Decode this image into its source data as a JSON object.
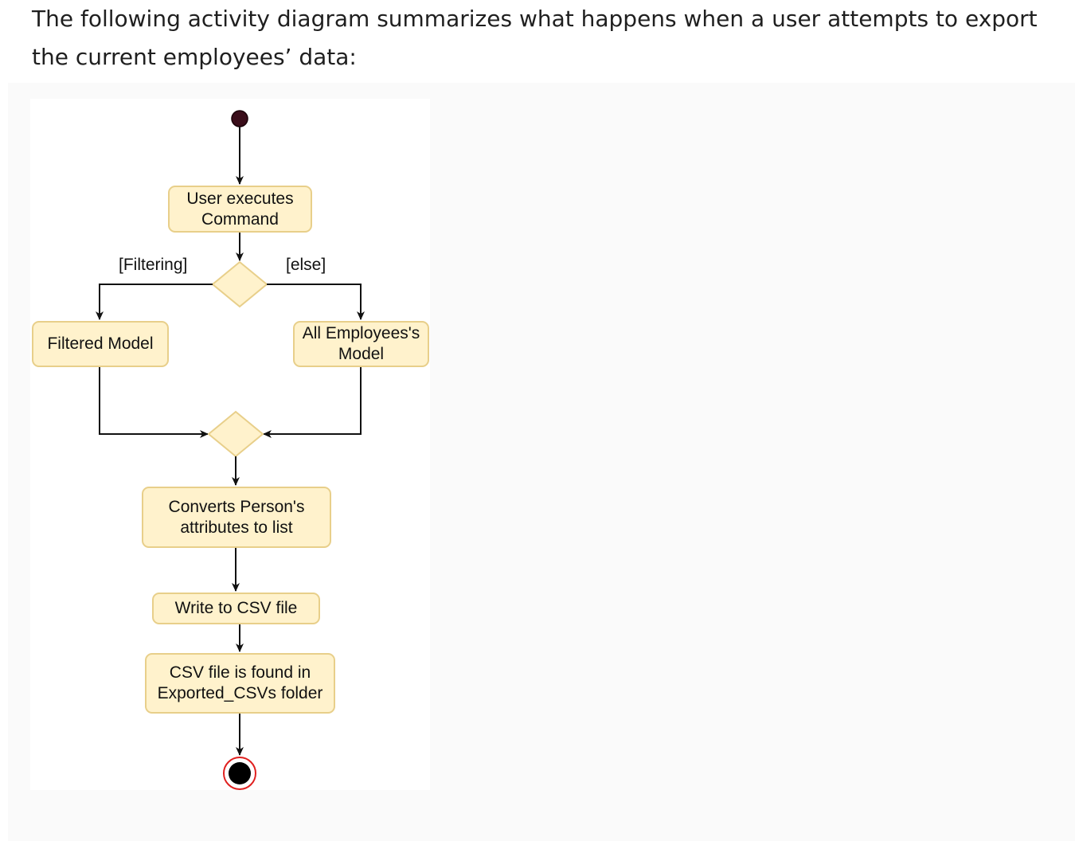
{
  "intro": {
    "text": "The following activity diagram summarizes what happens when a user attempts to export the current employees’ data:"
  },
  "diagram": {
    "nodes": {
      "user_executes": "User executes\nCommand",
      "filtered_model": "Filtered Model",
      "all_employees": "All Employees's\nModel",
      "converts": "Converts Person's\nattributes to list",
      "write_csv": "Write to CSV file",
      "csv_found": "CSV file is found in\nExported_CSVs folder"
    },
    "guards": {
      "filtering": "[Filtering]",
      "else": "[else]"
    },
    "colors": {
      "node_fill": "#fff2cc",
      "node_border": "#e8cf8a",
      "end_ring": "#e0201f"
    }
  }
}
